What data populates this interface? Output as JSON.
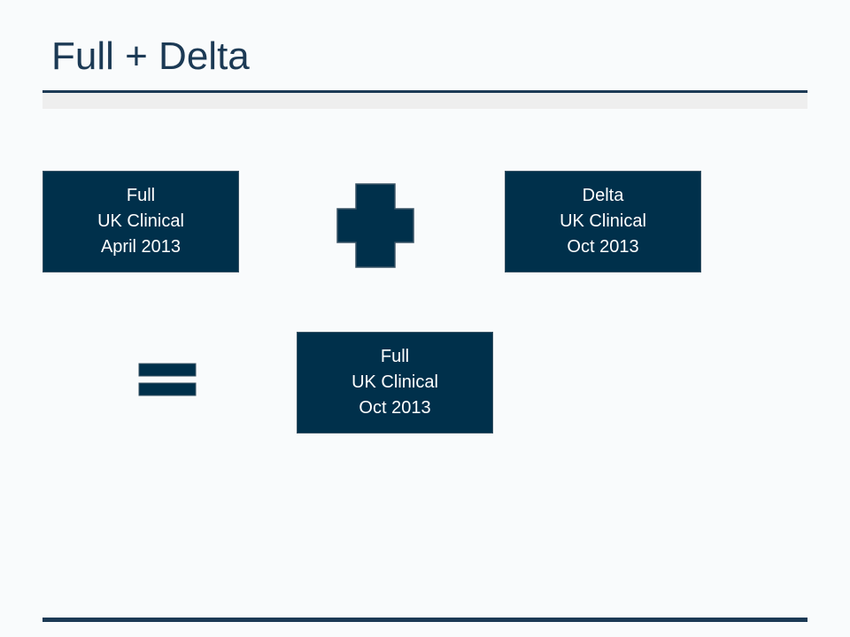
{
  "slide": {
    "title": "Full + Delta"
  },
  "boxes": {
    "full_april": {
      "line1": "Full",
      "line2": "UK Clinical",
      "line3": "April 2013"
    },
    "delta_oct": {
      "line1": "Delta",
      "line2": "UK Clinical",
      "line3": "Oct 2013"
    },
    "full_oct": {
      "line1": "Full",
      "line2": "UK Clinical",
      "line3": "Oct 2013"
    }
  },
  "symbols": {
    "plus": "plus-icon",
    "equals": "equals-icon"
  },
  "colors": {
    "box_fill": "#00304b",
    "title_text": "#1c3a55",
    "rule": "#1c3a55",
    "background": "#f9fbfc"
  }
}
